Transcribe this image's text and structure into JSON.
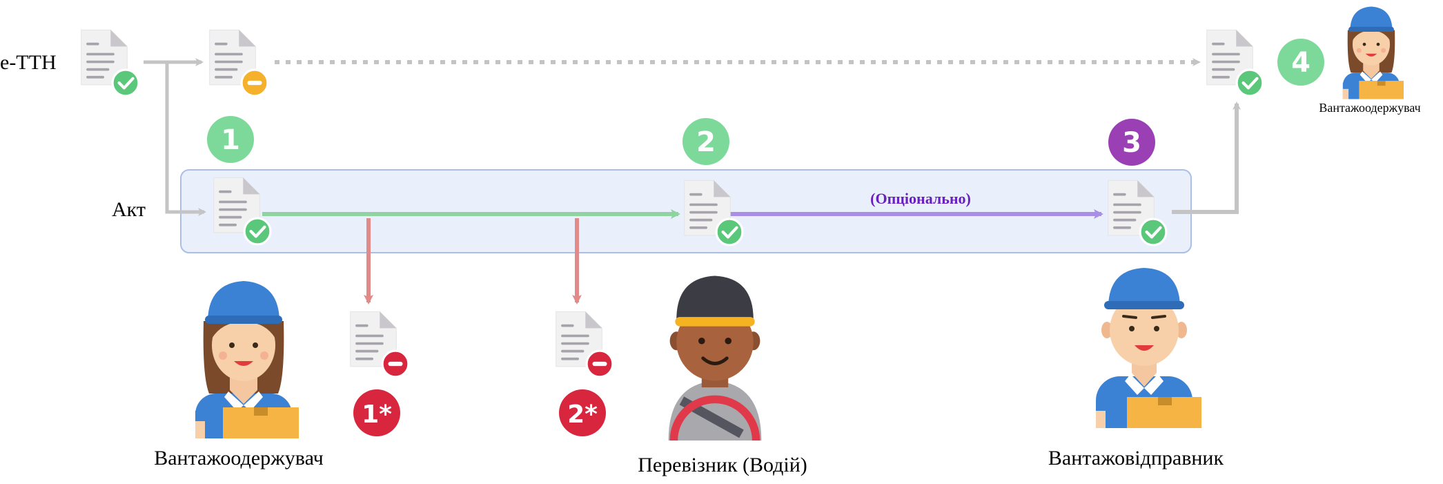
{
  "rows": {
    "ettn_label": "е-ТТН",
    "act_label": "Акт"
  },
  "steps": [
    {
      "id": "1",
      "color": "#7dd99a",
      "text": "#ffffff"
    },
    {
      "id": "2",
      "color": "#7dd99a",
      "text": "#ffffff"
    },
    {
      "id": "3",
      "color": "#9b3fb5",
      "text": "#ffffff"
    },
    {
      "id": "4",
      "color": "#7dd99a",
      "text": "#ffffff"
    },
    {
      "id": "1*",
      "color": "#d7263d",
      "text": "#ffffff"
    },
    {
      "id": "2*",
      "color": "#d7263d",
      "text": "#ffffff"
    }
  ],
  "optional_label": "(Опціонально)",
  "actors": {
    "receiver": "Вантажоодержувач",
    "carrier": "Перевізник (Водій)",
    "sender": "Вантажовідправник",
    "receiver_small": "Вантажоодержувач"
  },
  "colors": {
    "gray_arrow": "#c4c4c4",
    "green_arrow": "#8fd3a0",
    "purple_arrow": "#a98ee6",
    "red_arrow": "#e08a8a",
    "act_band_fill": "#e9f0fb",
    "act_band_stroke": "#a9bfe6",
    "optional_text": "#6a1fbf",
    "doc_body": "#f1f1f2",
    "doc_fold": "#c9c7cc",
    "ok_badge": "#5bc77a",
    "warn_badge": "#f5b02c",
    "reject_badge": "#d7263d"
  },
  "icons": {
    "document": "document-icon",
    "ok": "check-badge-icon",
    "pending": "minus-badge-icon",
    "rejected": "minus-badge-icon",
    "receiver": "female-courier-avatar",
    "carrier": "driver-avatar",
    "sender": "male-courier-avatar"
  }
}
